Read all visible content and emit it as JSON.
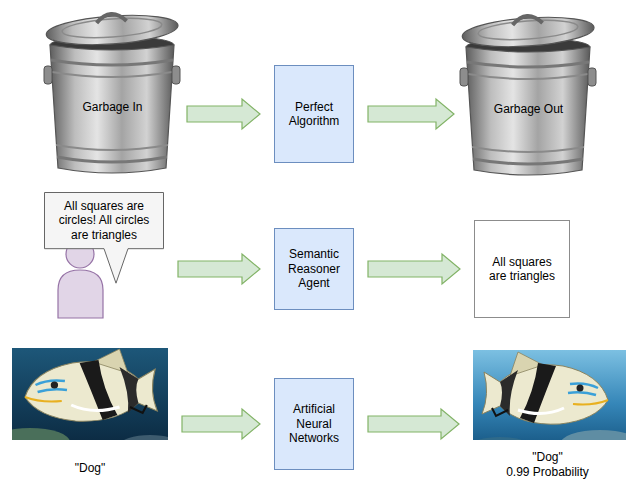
{
  "diagram": {
    "nodes": [
      {
        "text": [
          "Garbage In"
        ]
      },
      {
        "text": [
          "Perfect Algorithm"
        ]
      },
      {
        "text": [
          "Garbage Out"
        ]
      },
      {
        "text": [
          "All squares are circles! All circles are triangles"
        ]
      },
      {
        "text": [
          "Semantic Reasoner Agent"
        ]
      },
      {
        "text": [
          "All squares are triangles"
        ]
      },
      {
        "text": [
          "\"Dog\""
        ]
      },
      {
        "text": [
          "Artificial Neural Networks"
        ]
      },
      {
        "text": [
          "\"Dog\"",
          "0.99 Probability"
        ]
      }
    ],
    "edges": [
      {
        "from": 0,
        "to": 1,
        "arrow": "to"
      },
      {
        "from": 1,
        "to": 2,
        "arrow": "to"
      },
      {
        "from": 3,
        "to": 4,
        "arrow": "to"
      },
      {
        "from": 4,
        "to": 5,
        "arrow": "to"
      },
      {
        "from": 6,
        "to": 7,
        "arrow": "to"
      },
      {
        "from": 7,
        "to": 8,
        "arrow": "to"
      }
    ]
  }
}
